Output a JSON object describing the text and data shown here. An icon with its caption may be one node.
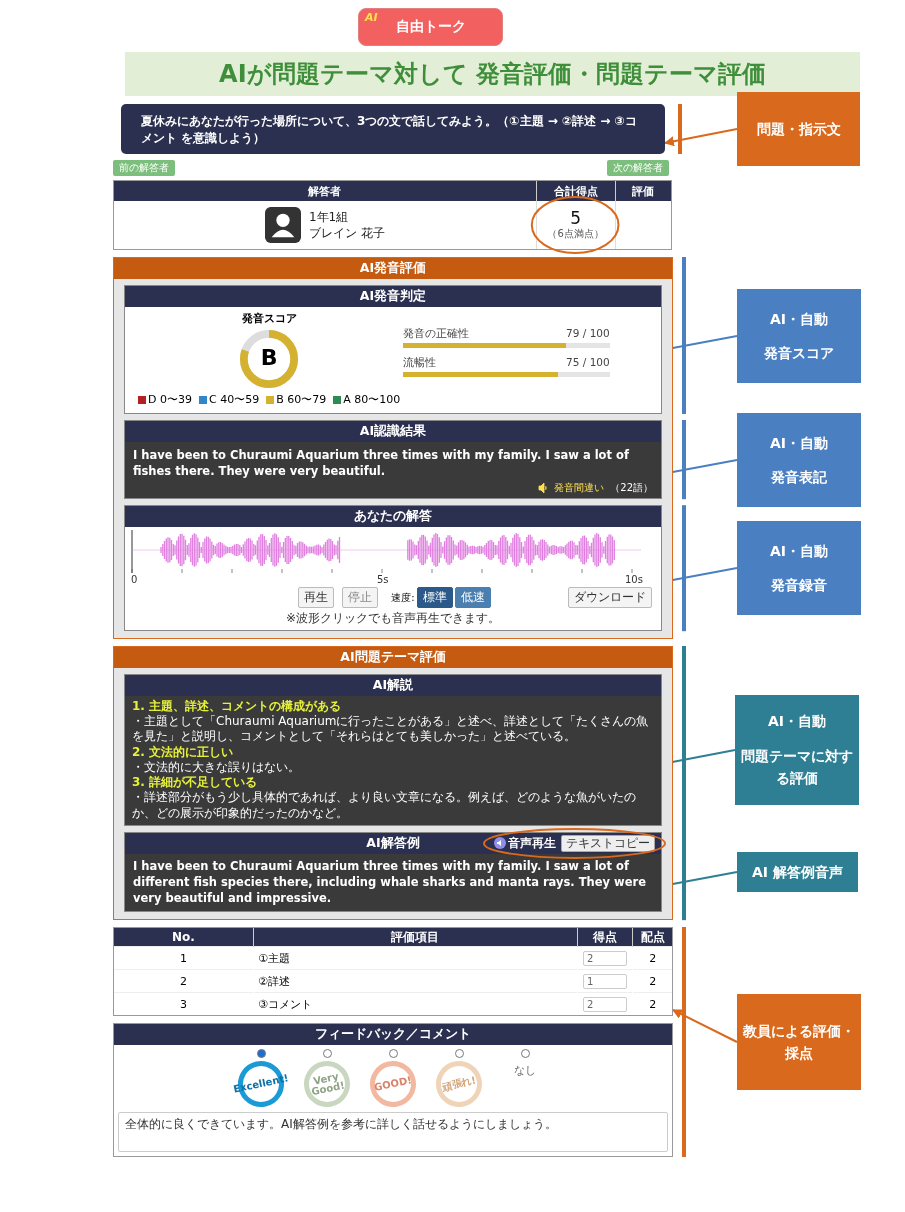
{
  "diagram": {
    "title": "AIが問題テーマ対して 発音評価・問題テーマ評価",
    "nodes": [
      {
        "text": [
          "AI",
          "自由トーク"
        ]
      },
      {
        "text": [
          "夏休みにあなたが行った場所について、3つの文で話してみよう。（①主題 → ②詳述 → ③コメント を意識しよう）"
        ]
      },
      {
        "text": [
          "問題・指示文"
        ]
      },
      {
        "text": [
          "解答者",
          "合計得点",
          "評価",
          "1年1組",
          "ブレイン 花子",
          "5",
          "（6点満点）"
        ]
      },
      {
        "text": [
          "AI発音評価"
        ]
      },
      {
        "text": [
          "AI発音判定",
          "発音スコア",
          "B",
          "発音の正確性",
          "79 / 100",
          "流暢性",
          "75 / 100"
        ],
        "in": 4
      },
      {
        "text": [
          "AI認識結果",
          "I have been to Churaumi Aquarium three times with my family. I saw a lot of fishes there. They were very beautiful.",
          "発音間違い",
          "（22語）"
        ],
        "in": 4
      },
      {
        "text": [
          "あなたの解答",
          "0",
          "5s",
          "10s",
          "再生",
          "停止",
          "速度:",
          "標準",
          "低速",
          "ダウンロード",
          "※波形クリックでも音声再生できます。"
        ],
        "in": 4
      },
      {
        "text": [
          "AI・自動",
          "発音スコア"
        ]
      },
      {
        "text": [
          "AI・自動",
          "発音表記"
        ]
      },
      {
        "text": [
          "AI・自動",
          "発音録音"
        ]
      },
      {
        "text": [
          "AI問題テーマ評価"
        ]
      },
      {
        "text": [
          "AI解説",
          "1. 主題、詳述、コメントの構成がある",
          "・主題として「Churaumi Aquariumに行ったことがある」と述べ、詳述として「たくさんの魚を見た」と説明し、コメントとして「それらはとても美しかった」と述べている。",
          "2. 文法的に正しい",
          "・文法的に大きな誤りはない。",
          "3. 詳細が不足している",
          "・詳述部分がもう少し具体的であれば、より良い文章になる。例えば、どのような魚がいたのか、どの展示が印象的だったのかなど。"
        ],
        "in": 11
      },
      {
        "text": [
          "AI解答例",
          "音声再生",
          "テキストコピー",
          "I have been to Churaumi Aquarium three times with my family. I saw a lot of different fish species there, including whale sharks and manta rays. They were very beautiful and impressive."
        ],
        "in": 11
      },
      {
        "text": [
          "AI・自動",
          "問題テーマに対する評価"
        ]
      },
      {
        "text": [
          "AI 解答例音声"
        ]
      },
      {
        "text": [
          "No.",
          "評価項目",
          "得点",
          "配点",
          "1",
          "①主題",
          "2",
          "2",
          "2",
          "②詳述",
          "1",
          "2",
          "3",
          "③コメント",
          "2",
          "2"
        ]
      },
      {
        "text": [
          "フィードバック／コメント",
          "Excellent!",
          "Very Good!",
          "GOOD!",
          "頑張れ!",
          "なし",
          "全体的に良くできています。AI解答例を参考に詳しく話せるようにしましょう。"
        ]
      },
      {
        "text": [
          "教員による評価・採点"
        ]
      }
    ],
    "edges": [
      {
        "from": 2,
        "to": 1,
        "arrow": "to",
        "color": "#d9691c"
      },
      {
        "from": 8,
        "to": 5,
        "arrow": "to"
      },
      {
        "from": 9,
        "to": 6,
        "arrow": "to"
      },
      {
        "from": 10,
        "to": 7,
        "arrow": "to"
      },
      {
        "from": 14,
        "to": 12,
        "arrow": "to",
        "color": "#2e7f93"
      },
      {
        "from": 15,
        "to": 13,
        "arrow": "to",
        "color": "#2e7f93"
      },
      {
        "from": 18,
        "to": 16,
        "arrow": "to",
        "color": "#d9691c"
      }
    ],
    "labels": [
      "前の解答者",
      "次の解答者"
    ],
    "legend": [
      {
        "text": "D 0〜39",
        "color": "#b22222"
      },
      {
        "text": "C 40〜59",
        "color": "#2f86c8"
      },
      {
        "text": "B 60〜79",
        "color": "#d4b12f"
      },
      {
        "text": "A 80〜100",
        "color": "#2e8b57"
      }
    ]
  }
}
